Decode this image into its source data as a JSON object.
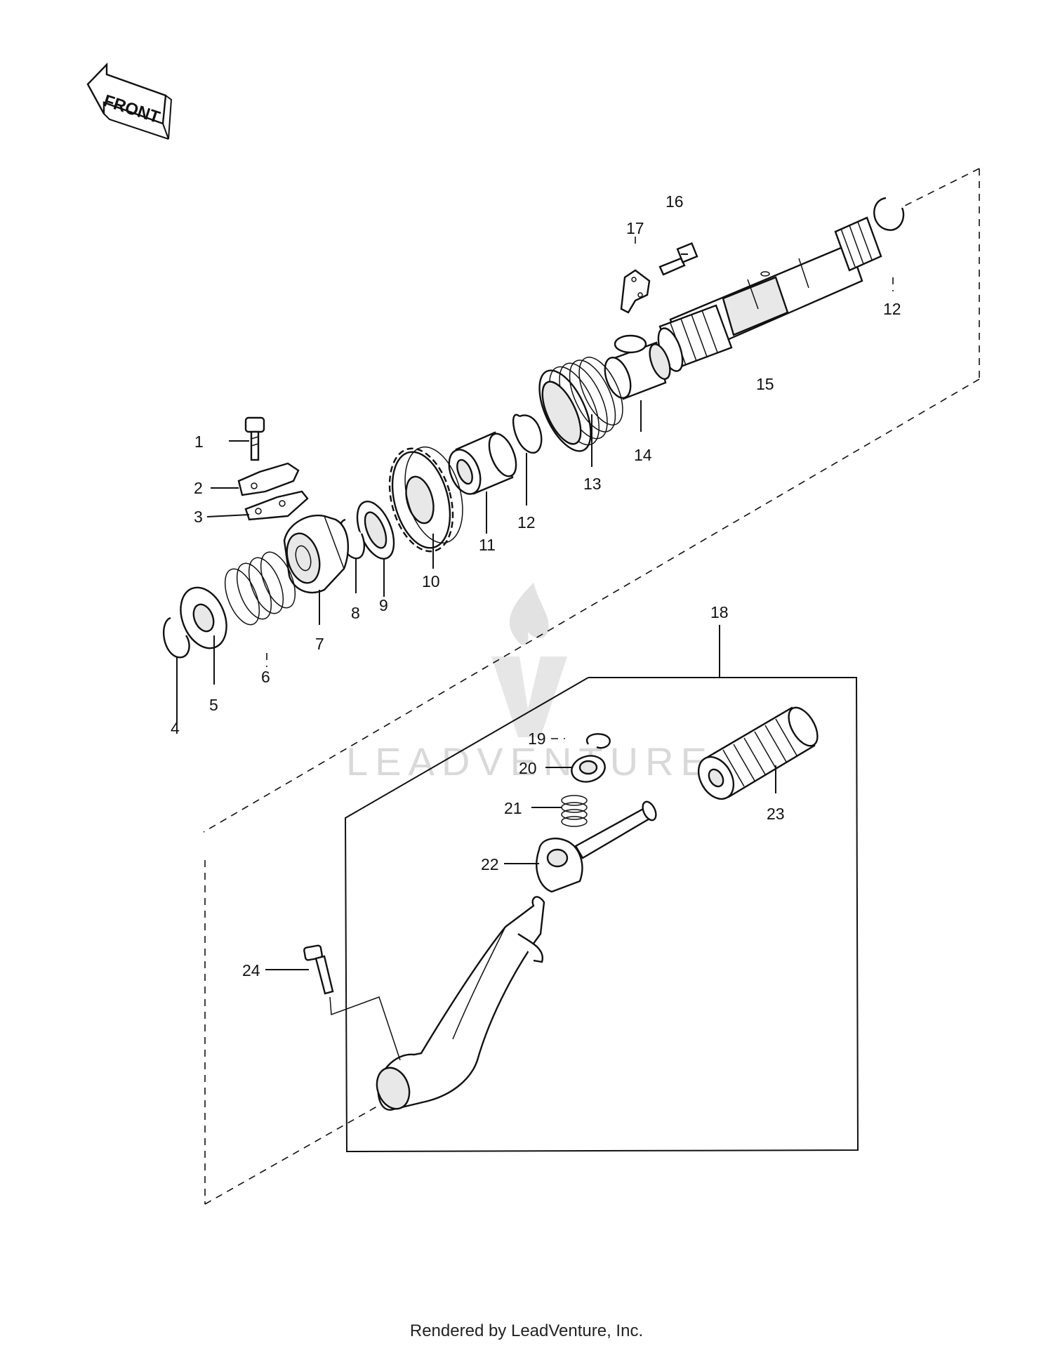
{
  "front_arrow_label": "FRONT",
  "watermark": "LEADVENTURE",
  "footer": "Rendered by LeadVenture, Inc.",
  "callouts": {
    "c1": "1",
    "c2": "2",
    "c3": "3",
    "c4": "4",
    "c5": "5",
    "c6": "6",
    "c7": "7",
    "c8": "8",
    "c9": "9",
    "c10": "10",
    "c11": "11",
    "c12a": "12",
    "c12b": "12",
    "c13": "13",
    "c14": "14",
    "c15": "15",
    "c16": "16",
    "c17": "17",
    "c18": "18",
    "c19": "19",
    "c20": "20",
    "c21": "21",
    "c22": "22",
    "c23": "23",
    "c24": "24"
  }
}
